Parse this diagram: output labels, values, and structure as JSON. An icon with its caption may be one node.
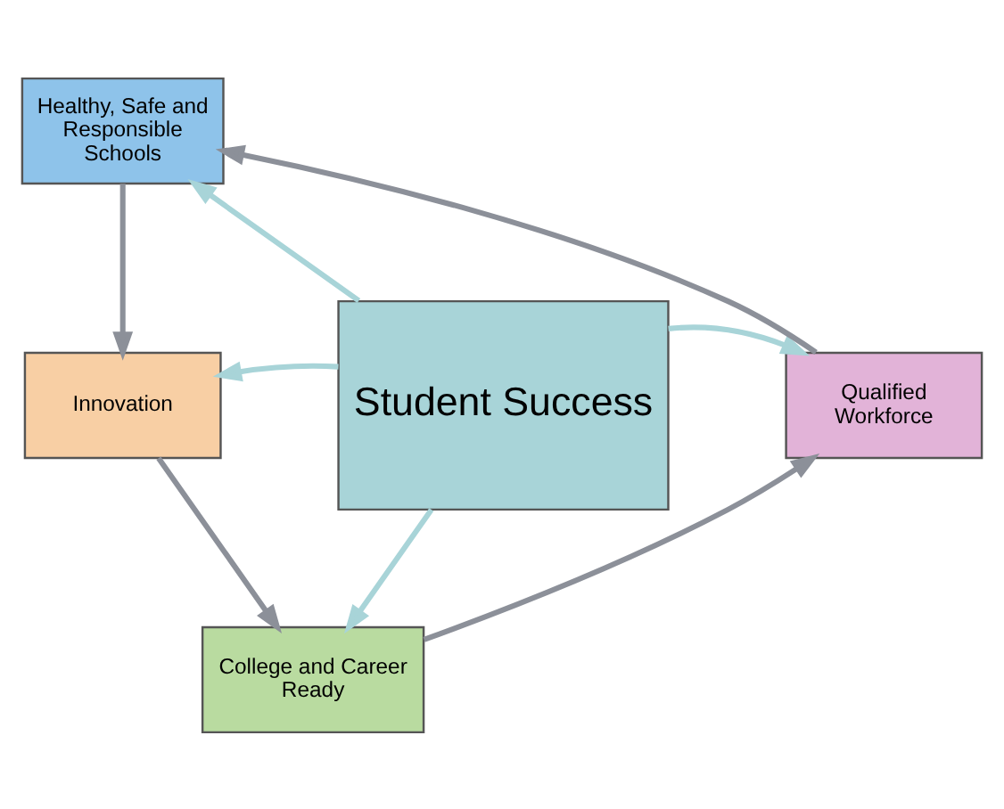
{
  "diagram": {
    "nodes": [
      {
        "text": [
          "Student Success"
        ]
      },
      {
        "text": [
          "Healthy, Safe and Responsible Schools"
        ]
      },
      {
        "text": [
          "Innovation"
        ]
      },
      {
        "text": [
          "College and Career Ready"
        ]
      },
      {
        "text": [
          "Qualified Workforce"
        ]
      }
    ],
    "edges": [
      {
        "from": 0,
        "to": 1,
        "arrow": "to",
        "color": "#a8d4d8"
      },
      {
        "from": 0,
        "to": 2,
        "arrow": "to",
        "color": "#a8d4d8"
      },
      {
        "from": 0,
        "to": 3,
        "arrow": "to",
        "color": "#a8d4d8"
      },
      {
        "from": 0,
        "to": 4,
        "arrow": "to",
        "color": "#a8d4d8"
      },
      {
        "from": 1,
        "to": 2,
        "arrow": "to",
        "color": "#8c9099"
      },
      {
        "from": 2,
        "to": 3,
        "arrow": "to",
        "color": "#8c9099"
      },
      {
        "from": 3,
        "to": 4,
        "arrow": "to",
        "color": "#8c9099"
      },
      {
        "from": 4,
        "to": 1,
        "arrow": "to",
        "color": "#8c9099"
      }
    ]
  }
}
